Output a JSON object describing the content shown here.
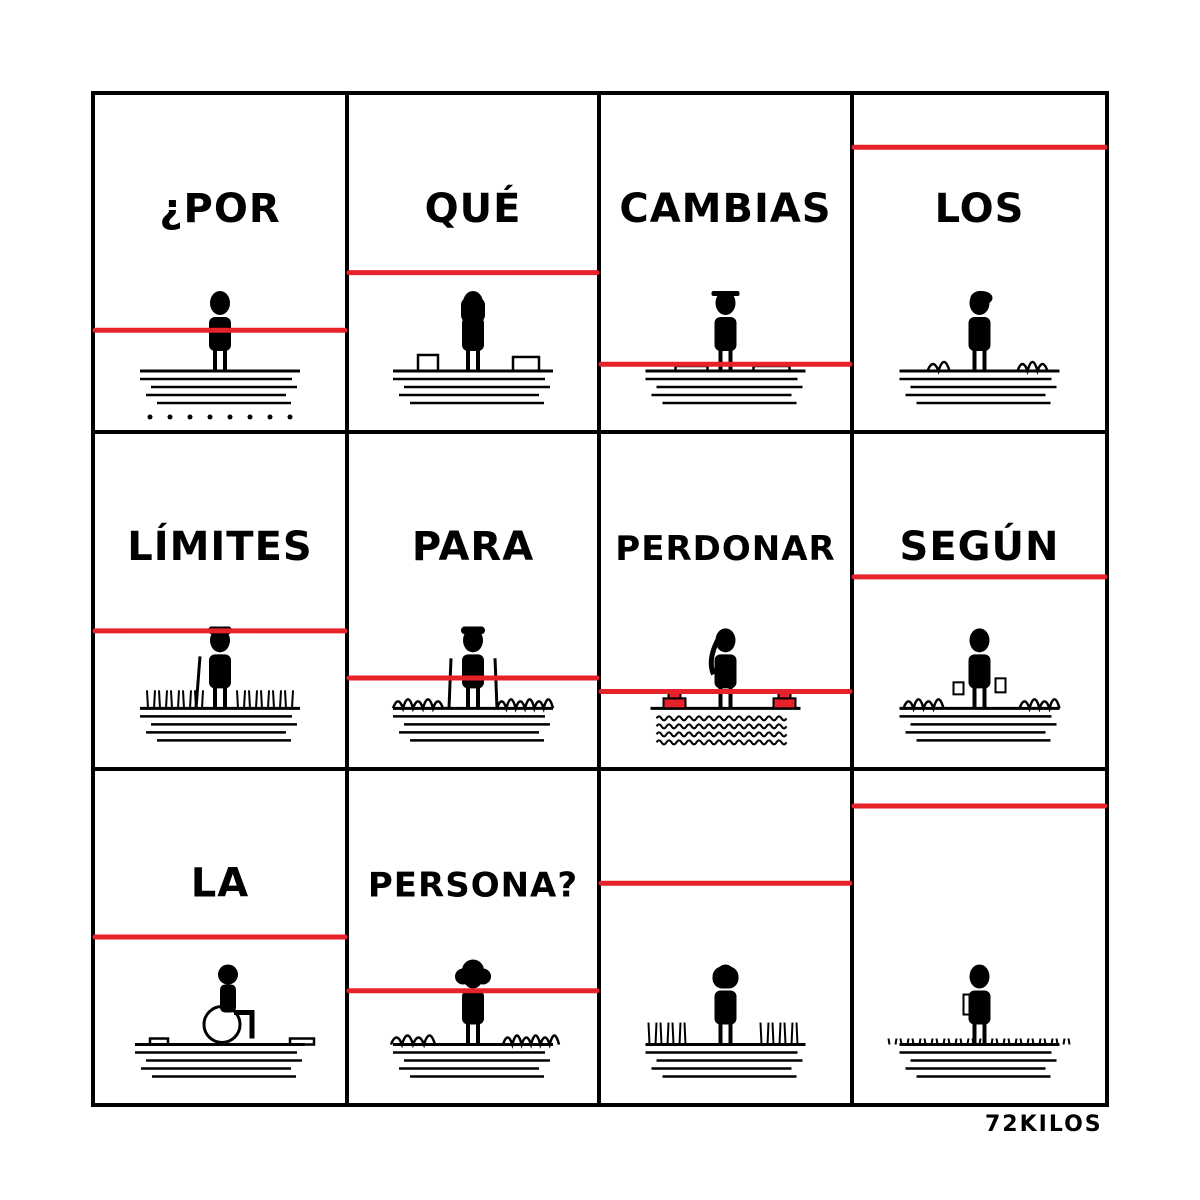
{
  "colors": {
    "ink": "#000000",
    "paper": "#ffffff",
    "limit_line": "#e8222b"
  },
  "panels": [
    {
      "word": "¿POR",
      "line_level": 0.3,
      "figure": "person"
    },
    {
      "word": "QUÉ",
      "line_level": 0.47,
      "figure": "person-long-hair"
    },
    {
      "word": "CAMBIAS",
      "line_level": 0.2,
      "figure": "person-cap"
    },
    {
      "word": "LOS",
      "line_level": 0.84,
      "figure": "person-short-hair"
    },
    {
      "word": "LÍMITES",
      "line_level": 0.41,
      "figure": "person-curly-cane"
    },
    {
      "word": "PARA",
      "line_level": 0.27,
      "figure": "person-with-crutches"
    },
    {
      "word": "PERDONAR",
      "line_level": 0.23,
      "figure": "person-ponytail"
    },
    {
      "word": "SEGÚN",
      "line_level": 0.57,
      "figure": "person-with-bags"
    },
    {
      "word": "LA",
      "line_level": 0.5,
      "figure": "wheelchair-user"
    },
    {
      "word": "PERSONA?",
      "line_level": 0.34,
      "figure": "person-puffy-hair"
    },
    {
      "word": "",
      "line_level": 0.66,
      "figure": "person-bob-hair"
    },
    {
      "word": "",
      "line_level": 0.89,
      "figure": "person-backpack"
    }
  ],
  "signature": "72KILOS"
}
